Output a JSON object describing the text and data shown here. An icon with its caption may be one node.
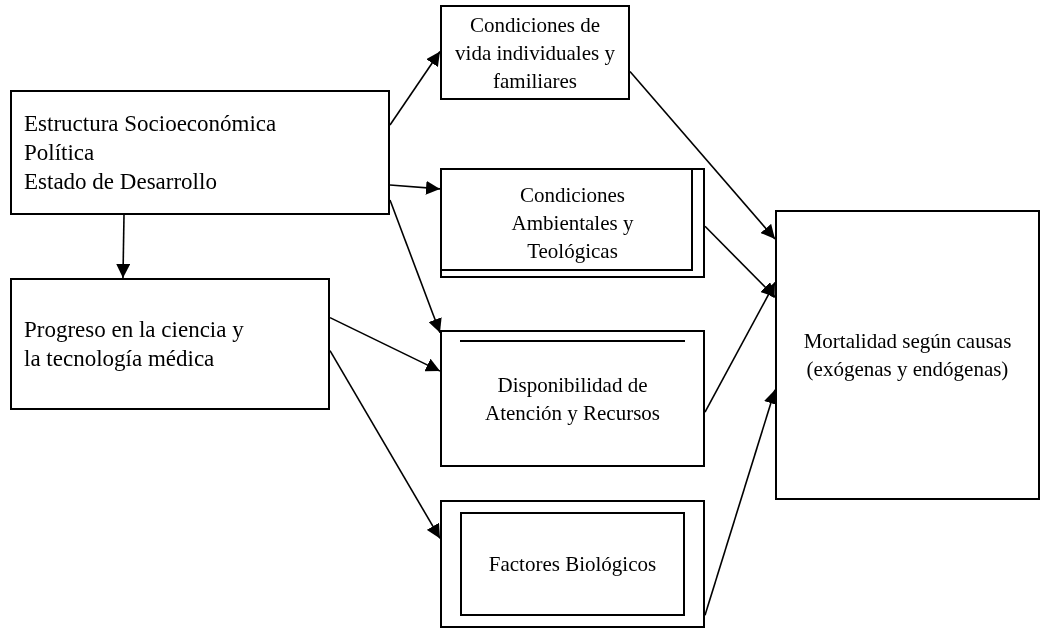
{
  "diagram": {
    "nodes": [
      {
        "text": [
          "Estructura Socioeconómica",
          "Política",
          "Estado de Desarrollo"
        ]
      },
      {
        "text": [
          "Progreso en la ciencia y la tecnología médica"
        ]
      },
      {
        "text": [
          "Condiciones de vida individuales y familiares"
        ]
      },
      {
        "text": [
          "Condiciones Ambientales y Teológicas"
        ]
      },
      {
        "text": [
          "Disponibilidad de Atención y Recursos"
        ]
      },
      {
        "text": [
          "Factores Biológicos"
        ]
      },
      {
        "text": [
          "Mortalidad según causas (exógenas y endógenas)"
        ]
      }
    ],
    "edges": [
      {
        "from": 0,
        "to": 2,
        "arrow": "to"
      },
      {
        "from": 0,
        "to": 3,
        "arrow": "to"
      },
      {
        "from": 0,
        "to": 4,
        "arrow": "to"
      },
      {
        "from": 0,
        "to": 1,
        "arrow": "to"
      },
      {
        "from": 1,
        "to": 4,
        "arrow": "to"
      },
      {
        "from": 1,
        "to": 5,
        "arrow": "to"
      },
      {
        "from": 2,
        "to": 6,
        "arrow": "to"
      },
      {
        "from": 3,
        "to": 6,
        "arrow": "to"
      },
      {
        "from": 4,
        "to": 6,
        "arrow": "to"
      },
      {
        "from": 5,
        "to": 6,
        "arrow": "to"
      }
    ]
  }
}
